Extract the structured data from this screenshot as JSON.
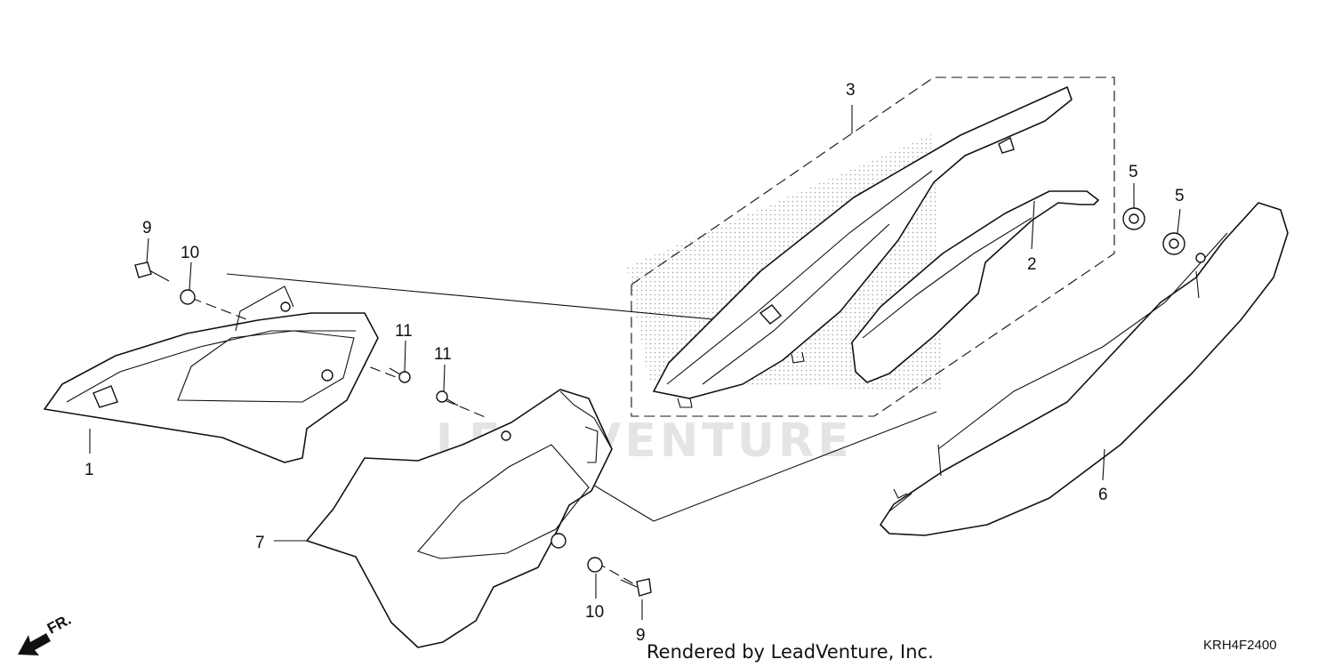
{
  "diagram": {
    "callouts": [
      "1",
      "2",
      "3",
      "5",
      "5",
      "6",
      "7",
      "9",
      "9",
      "10",
      "10",
      "11",
      "11"
    ],
    "watermark": "LEADVENTURE",
    "direction_label": "FR.",
    "credit": "Rendered by LeadVenture, Inc.",
    "diagram_code": "KRH4F2400"
  }
}
